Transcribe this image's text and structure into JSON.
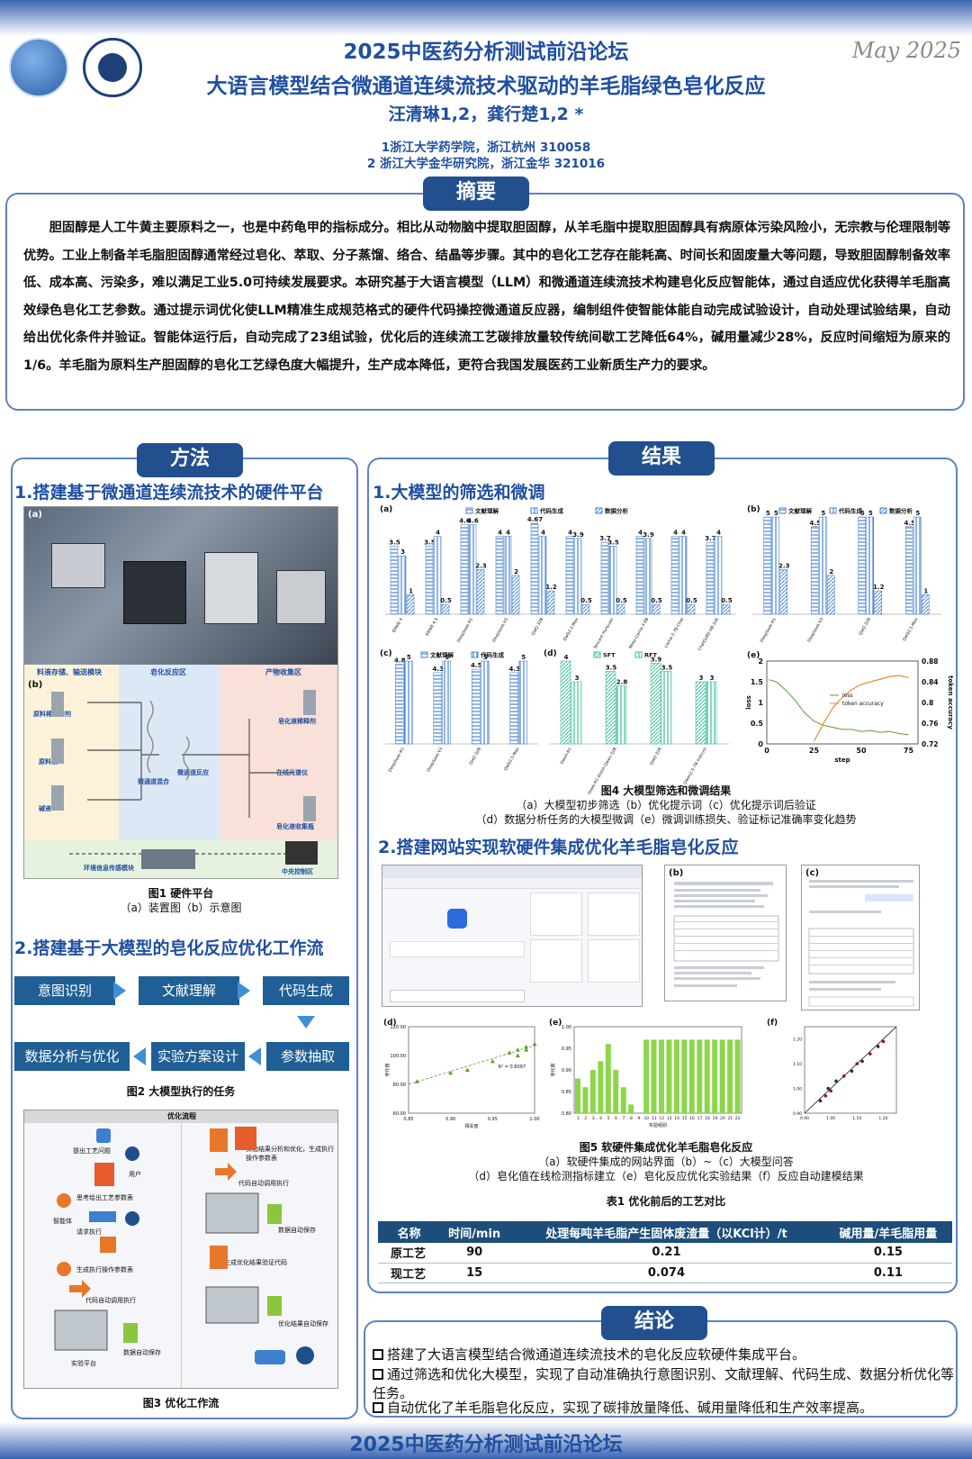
{
  "header": {
    "forum": "2025中医药分析测试前沿论坛",
    "title": "大语言模型结合微通道连续流技术驱动的羊毛脂绿色皂化反应",
    "authors": "汪清琳1,2，龚行楚1,2 *",
    "affiliation1": "1浙江大学药学院，浙江杭州 310058",
    "affiliation2": "2 浙江大学金华研究院，浙江金华 321016",
    "date": "May 2025"
  },
  "abstract": {
    "heading": "摘要",
    "text": "胆固醇是人工牛黄主要原料之一，也是中药龟甲的指标成分。相比从动物脑中提取胆固醇，从羊毛脂中提取胆固醇具有病原体污染风险小，无宗教与伦理限制等优势。工业上制备羊毛脂胆固醇通常经过皂化、萃取、分子蒸馏、络合、结晶等步骤。其中的皂化工艺存在能耗高、时间长和固废量大等问题，导致胆固醇制备效率低、成本高、污染多，难以满足工业5.0可持续发展要求。本研究基于大语言模型（LLM）和微通道连续流技术构建皂化反应智能体，通过自适应优化获得羊毛脂高效绿色皂化工艺参数。通过提示词优化使LLM精准生成规范格式的硬件代码操控微通道反应器，编制组件使智能体能自动完成试验设计，自动处理试验结果，自动给出优化条件并验证。智能体运行后，自动完成了23组试验，优化后的连续流工艺碳排放量较传统间歇工艺降低64%，碱用量减少28%，反应时间缩短为原来的1/6。羊毛脂为原料生产胆固醇的皂化工艺绿色度大幅提升，生产成本降低，更符合我国发展医药工业新质生产力的要求。"
  },
  "methods": {
    "heading": "方法",
    "sec1": "1.搭建基于微通道连续流技术的硬件平台",
    "fig1_labels": [
      "料液存储、输送模块",
      "皂化反应区",
      "产物收集区",
      "原料稀释溶剂",
      "原料液",
      "碱液",
      "微通道混合",
      "微通道反应",
      "在线光谱仪",
      "皂化液稀释剂",
      "皂化液收集瓶",
      "环境信息传感模块",
      "中央控制区"
    ],
    "fig1_caption1": "图1 硬件平台",
    "fig1_caption2": "（a）装置图（b）示意图",
    "sec2": "2.搭建基于大模型的皂化反应优化工作流",
    "flow": [
      "意图识别",
      "文献理解",
      "代码生成",
      "参数抽取",
      "实验方案设计",
      "数据分析与优化"
    ],
    "fig2_caption": "图2 大模型执行的任务",
    "fig3_header": "优化流程",
    "fig3_labels": [
      "提出工艺问题",
      "用户",
      "思考给出工艺参数表",
      "智能体",
      "请求执行",
      "生成执行操作参数表",
      "代码自动调用执行",
      "实验平台",
      "数据自动保存",
      "实验结果分析和优化，生成执行操作参数表",
      "代码自动调用执行",
      "数据自动保存",
      "生成优化结果验证代码",
      "优化结果自动保存"
    ],
    "fig3_caption": "图3 优化工作流"
  },
  "results": {
    "heading": "结果",
    "sec1": "1.大模型的筛选和微调",
    "fig4_caption1": "图4 大模型筛选和微调结果",
    "fig4_caption2": "（a）大模型初步筛选（b）优化提示词（c）优化提示词后验证",
    "fig4_caption3": "（d）数据分析任务的大模型微调（e）微调训练损失、验证标记准确率变化趋势",
    "sec2": "2.搭建网站实现软硬件集成优化羊毛脂皂化反应",
    "fig5_caption1": "图5 软硬件集成优化羊毛脂皂化反应",
    "fig5_caption2": "（a）软硬件集成的网站界面（b）~（c）大模型问答",
    "fig5_caption3": "（d）皂化值在线检测指标建立（e）皂化反应优化实验结果（f）反应自动建模结果",
    "table_title": "表1 优化前后的工艺对比",
    "table_headers": [
      "名称",
      "时间/min",
      "处理每吨羊毛脂产生固体废渣量（以KCl计）/t",
      "碱用量/羊毛脂用量"
    ],
    "table_rows": [
      [
        "原工艺",
        "90",
        "0.21",
        "0.15"
      ],
      [
        "现工艺",
        "15",
        "0.074",
        "0.11"
      ]
    ]
  },
  "conclusion": {
    "heading": "结论",
    "items": [
      "搭建了大语言模型结合微通道连续流技术的皂化反应软硬件集成平台。",
      "通过筛选和优化大模型，实现了自动准确执行意图识别、文献理解、代码生成、数据分析优化等任务。",
      "自动优化了羊毛脂皂化反应，实现了碳排放量降低、碱用量降低和生产效率提高。"
    ]
  },
  "footer": "2025中医药分析测试前沿论坛",
  "chart_data": [
    {
      "id": "4a",
      "type": "bar",
      "tag": "(a)",
      "categories": [
        "ERNIE X",
        "ERNIE 4.5",
        "DeepSeek-R1",
        "DeepSeek-V3",
        "QwQ-32B",
        "QwQ2.5-Max",
        "Tencent Hunyuan",
        "Meta-Llama-3-8B",
        "Llama-2-7B-Chat",
        "ChatGLM2-6B-32K"
      ],
      "series": [
        {
          "name": "文献理解",
          "values": [
            3.5,
            3.5,
            4.6,
            4,
            4.67,
            4,
            3.7,
            4,
            4,
            3.7
          ]
        },
        {
          "name": "代码生成",
          "values": [
            3,
            4,
            4.6,
            4,
            4,
            3.9,
            3.5,
            3.9,
            4,
            4
          ]
        },
        {
          "name": "数据分析",
          "values": [
            1,
            0.5,
            2.3,
            2,
            1.2,
            0.5,
            0.5,
            0.5,
            0.5,
            0.5
          ]
        }
      ],
      "ylim": [
        0,
        5
      ]
    },
    {
      "id": "4b",
      "type": "bar",
      "tag": "(b)",
      "categories": [
        "DeepSeek-R1",
        "DeepSeek-V3",
        "QwQ-32B",
        "QwQ2.5-Max"
      ],
      "series": [
        {
          "name": "文献理解",
          "values": [
            5,
            4.5,
            5,
            4.5
          ]
        },
        {
          "name": "代码生成",
          "values": [
            5,
            5,
            5,
            5
          ]
        },
        {
          "name": "数据分析",
          "values": [
            2.3,
            2,
            1.2,
            1
          ]
        }
      ],
      "ylim": [
        0,
        5
      ]
    },
    {
      "id": "4c",
      "type": "bar",
      "tag": "(c)",
      "categories": [
        "DeepSeek-R1",
        "DeepSeek-V3",
        "QwQ-32B",
        "QwQ2.5-Max"
      ],
      "series": [
        {
          "name": "文献理解",
          "values": [
            4.8,
            4.3,
            4.5,
            4.3
          ]
        },
        {
          "name": "代码生成",
          "values": [
            5,
            5,
            5,
            5
          ]
        }
      ],
      "ylim": [
        0,
        5
      ]
    },
    {
      "id": "4d",
      "type": "bar",
      "tag": "(d)",
      "categories": [
        "Qwen-R1",
        "DeepSeek-R1-Distill-Qwen-32B",
        "QwQ-32B",
        "Qwen2.5-7B-Instruct"
      ],
      "series": [
        {
          "name": "SFT",
          "values": [
            4,
            3.5,
            3.9,
            3
          ]
        },
        {
          "name": "RFT",
          "values": [
            3,
            2.8,
            3.5,
            3
          ]
        }
      ],
      "ylim": [
        0,
        4
      ]
    },
    {
      "id": "4e",
      "type": "line",
      "tag": "(e)",
      "xlabel": "step",
      "ylabel": "loss",
      "y2label": "token accuracy",
      "xlim": [
        0,
        80
      ],
      "ylim": [
        0,
        2
      ],
      "y2lim": [
        0.72,
        0.88
      ],
      "x_ticks": [
        0,
        25,
        50,
        75
      ],
      "y_ticks": [
        0,
        0.5,
        1,
        1.5,
        2
      ],
      "y2_ticks": [
        0.72,
        0.76,
        0.8,
        0.84,
        0.88
      ],
      "series": [
        {
          "name": "loss",
          "x": [
            1,
            5,
            10,
            15,
            20,
            25,
            30,
            35,
            40,
            45,
            50,
            55,
            60,
            65,
            70,
            75
          ],
          "y": [
            1.55,
            1.5,
            1.3,
            1.05,
            0.75,
            0.55,
            0.45,
            0.4,
            0.35,
            0.35,
            0.3,
            0.32,
            0.28,
            0.3,
            0.25,
            0.22
          ]
        },
        {
          "name": "token accuracy",
          "x": [
            25,
            30,
            35,
            40,
            45,
            50,
            55,
            60,
            65,
            70,
            75
          ],
          "y2": [
            0.725,
            0.76,
            0.79,
            0.81,
            0.825,
            0.835,
            0.84,
            0.845,
            0.85,
            0.852,
            0.848
          ]
        }
      ]
    },
    {
      "id": "5e",
      "type": "bar",
      "tag": "(e)",
      "xlabel": "实验组别",
      "ylabel": "皂化度",
      "categories": [
        "1",
        "2",
        "3",
        "4",
        "5",
        "6",
        "7",
        "8",
        "9",
        "10",
        "11",
        "12",
        "13",
        "14",
        "15",
        "16",
        "17",
        "18",
        "19",
        "20",
        "21",
        "22"
      ],
      "values": [
        0.88,
        0.86,
        0.9,
        0.92,
        0.96,
        0.9,
        0.86,
        0.82,
        0.8,
        0.97,
        0.97,
        0.97,
        0.97,
        0.97,
        0.97,
        0.97,
        0.97,
        0.97,
        0.97,
        0.97,
        0.97,
        0.97
      ],
      "ylim": [
        0.8,
        1.0
      ]
    },
    {
      "id": "5d",
      "type": "scatter",
      "tag": "(d)",
      "xlabel": "相关度",
      "ylabel": "皂化值",
      "annotation": "R² = 0.8097",
      "xlim": [
        0.85,
        1.0
      ],
      "ylim": [
        60,
        120
      ],
      "x": [
        0.86,
        0.9,
        0.92,
        0.95,
        0.97,
        0.98,
        0.99,
        1.0,
        0.99,
        0.98
      ],
      "y": [
        82,
        88,
        90,
        96,
        102,
        104,
        106,
        108,
        104,
        100
      ]
    },
    {
      "id": "5f",
      "type": "scatter",
      "tag": "(f)",
      "xlim": [
        0.9,
        1.25
      ],
      "ylim": [
        0.9,
        1.25
      ],
      "x": [
        0.96,
        0.98,
        0.99,
        1.0,
        1.02,
        1.05,
        1.08,
        1.1,
        1.12,
        1.15,
        1.18,
        1.2
      ],
      "y": [
        0.95,
        0.97,
        1.0,
        0.99,
        1.03,
        1.05,
        1.07,
        1.1,
        1.11,
        1.14,
        1.17,
        1.19
      ]
    }
  ]
}
